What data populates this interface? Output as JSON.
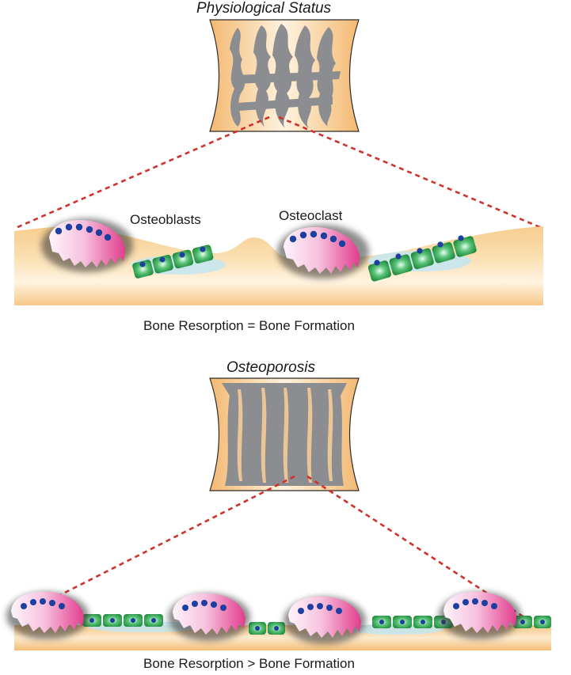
{
  "panels": [
    {
      "title": "Physiological Status",
      "labels": [
        "Osteoblasts",
        "Osteoclast"
      ],
      "caption": "Bone Resorption = Bone Formation"
    },
    {
      "title": "Osteoporosis",
      "caption": "Bone Resorption > Bone Formation"
    }
  ],
  "colors": {
    "bone": "#f6c98a",
    "trabecula": "#8c8d91",
    "osteoclast": "#e8519a",
    "nucleus": "#1d3fa0",
    "osteoblast": "#2e9e4a",
    "zoom_line": "#d0312d"
  }
}
